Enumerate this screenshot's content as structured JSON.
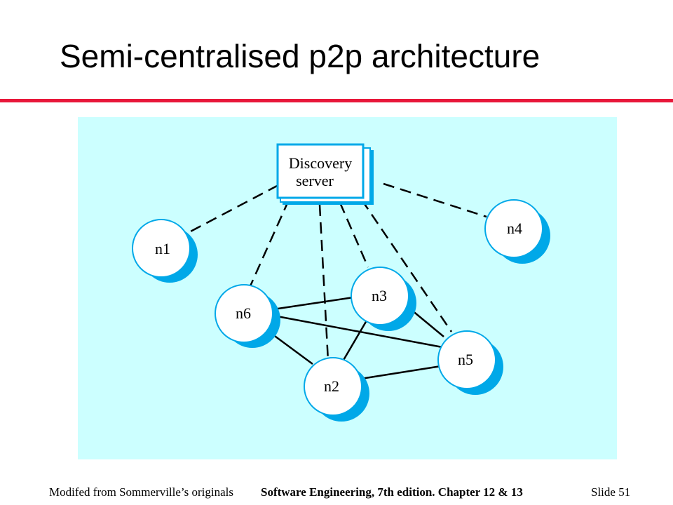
{
  "slide": {
    "title": "Semi-centralised p2p architecture"
  },
  "colors": {
    "accent_rule": "#e8173a",
    "diagram_background": "#ccffff",
    "node_shadow": "#00a8e8",
    "node_fill": "#ffffff",
    "edge": "#000000"
  },
  "diagram": {
    "server_label_line1": "Discovery",
    "server_label_line2": "server",
    "nodes": {
      "n1": "n1",
      "n2": "n2",
      "n3": "n3",
      "n4": "n4",
      "n5": "n5",
      "n6": "n6"
    },
    "peer_links": [
      [
        "n6",
        "n3"
      ],
      [
        "n6",
        "n5"
      ],
      [
        "n6",
        "n2"
      ],
      [
        "n3",
        "n2"
      ],
      [
        "n3",
        "n5"
      ],
      [
        "n2",
        "n5"
      ]
    ],
    "server_links": [
      "n1",
      "n6",
      "n2",
      "n3",
      "n5",
      "n4"
    ]
  },
  "footer": {
    "left": "Modifed from Sommerville’s originals",
    "center": "Software Engineering, 7th edition. Chapter 12 & 13",
    "right": "Slide  51"
  }
}
